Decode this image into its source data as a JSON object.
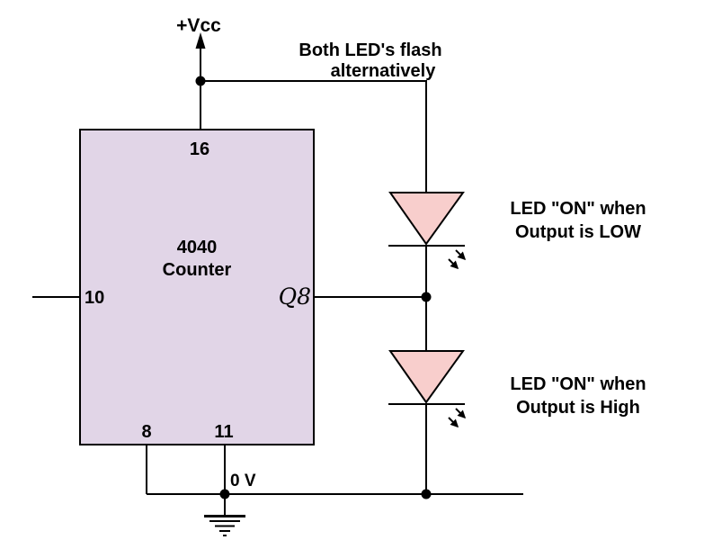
{
  "colors": {
    "background": "#FFFFFF",
    "wire": "#000000",
    "text": "#000000",
    "chip_fill": "#E1D5E7",
    "chip_stroke": "#000000",
    "led_fill": "#F8CECC",
    "led_stroke": "#000000"
  },
  "diagram": {
    "power": {
      "label": "+Vcc"
    },
    "note": {
      "line1": "Both LED's flash",
      "line2": "alternatively"
    },
    "chip": {
      "name_line1": "4040",
      "name_line2": "Counter",
      "pin_top": "16",
      "pin_left": "10",
      "pin_bottom_left": "8",
      "pin_bottom_right": "11",
      "output_label": "Q8"
    },
    "ground": {
      "label": "0 V"
    },
    "led_top": {
      "caption_line1": "LED \"ON\" when",
      "caption_line2": "Output is LOW"
    },
    "led_bottom": {
      "caption_line1": "LED \"ON\" when",
      "caption_line2": "Output is High"
    }
  }
}
